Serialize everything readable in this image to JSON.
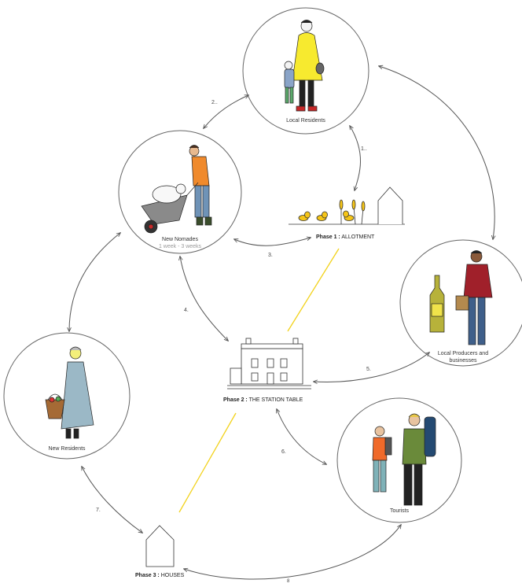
{
  "nodes": {
    "local_residents": {
      "label": "Local Residents"
    },
    "new_nomades": {
      "label": "New Nomades",
      "sublabel": "1 week - 3 weeks"
    },
    "local_producers": {
      "label_line1": "Local Producers and",
      "label_line2": "businesses"
    },
    "new_residents": {
      "label": "New Residents"
    },
    "tourists": {
      "label": "Tourists"
    }
  },
  "phases": {
    "phase1": {
      "prefix": "Phase 1 :",
      "name": "ALLOTMENT"
    },
    "phase2": {
      "prefix": "Phase 2 :",
      "name": "THE STATION TABLE"
    },
    "phase3": {
      "prefix": "Phase 3 :",
      "name": "HOUSES"
    }
  },
  "steps": [
    "1..",
    "2..",
    "3.",
    "4.",
    "5.",
    "6.",
    "7."
  ],
  "page_mark": "8",
  "colors": {
    "accent_line": "#f2d21b",
    "flower": "#f5c518",
    "arrow": "#555555"
  }
}
